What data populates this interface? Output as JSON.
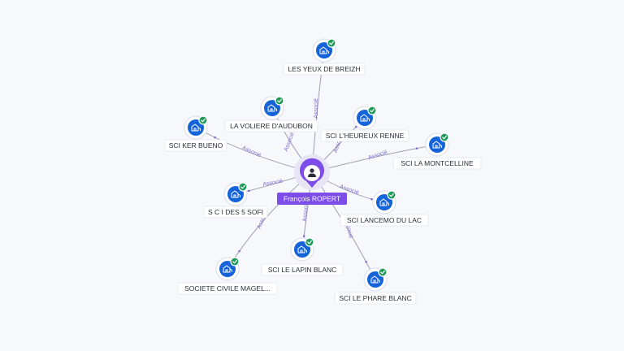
{
  "center": {
    "name": "François ROPERT",
    "icon": "person-icon",
    "color": "#7c4de8"
  },
  "relation_label": "Associé",
  "companies": [
    {
      "id": "les-yeux-de-breizh",
      "name": "LES YEUX DE BREIZH",
      "icon": "building-icon",
      "verified": true
    },
    {
      "id": "la-voliere-d-audubon",
      "name": "LA VOLIERE D'AUDUBON",
      "icon": "building-icon",
      "verified": true
    },
    {
      "id": "sci-l-heureux-renne",
      "name": "SCI L'HEUREUX RENNE",
      "icon": "building-icon",
      "verified": true
    },
    {
      "id": "sci-ker-bueno",
      "name": "SCI KER BUENO",
      "icon": "building-icon",
      "verified": true
    },
    {
      "id": "sci-la-montcelline",
      "name": "SCI LA MONTCELLINE",
      "icon": "building-icon",
      "verified": true
    },
    {
      "id": "s-c-i-des-5-sofi",
      "name": "S C I DES 5 SOFI",
      "icon": "building-icon",
      "verified": true
    },
    {
      "id": "sci-lancemo-du-lac",
      "name": "SCI LANCEMO DU LAC",
      "icon": "building-icon",
      "verified": true
    },
    {
      "id": "sci-le-lapin-blanc",
      "name": "SCI LE LAPIN BLANC",
      "icon": "building-icon",
      "verified": true
    },
    {
      "id": "societe-civile-magel",
      "name": "SOCIETE CIVILE MAGEL...",
      "icon": "building-icon",
      "verified": true
    },
    {
      "id": "sci-le-phare-blanc",
      "name": "SCI LE PHARE BLANC",
      "icon": "building-icon",
      "verified": true
    }
  ]
}
